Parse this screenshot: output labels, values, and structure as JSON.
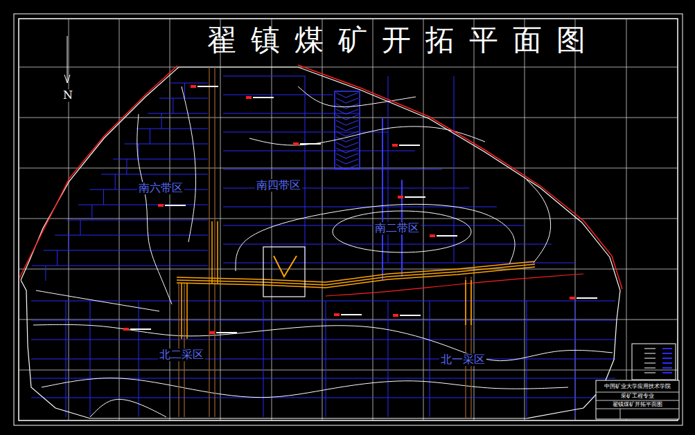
{
  "diagram": {
    "title": "翟镇煤矿开拓平面图",
    "labels": [
      "N",
      "南六带区",
      "南四带区",
      "南二带区",
      "北二采区",
      "北一采区",
      "中国矿业大学应用技术学院",
      "采矿工程专业",
      "翟镇煤矿开拓平面图"
    ]
  }
}
